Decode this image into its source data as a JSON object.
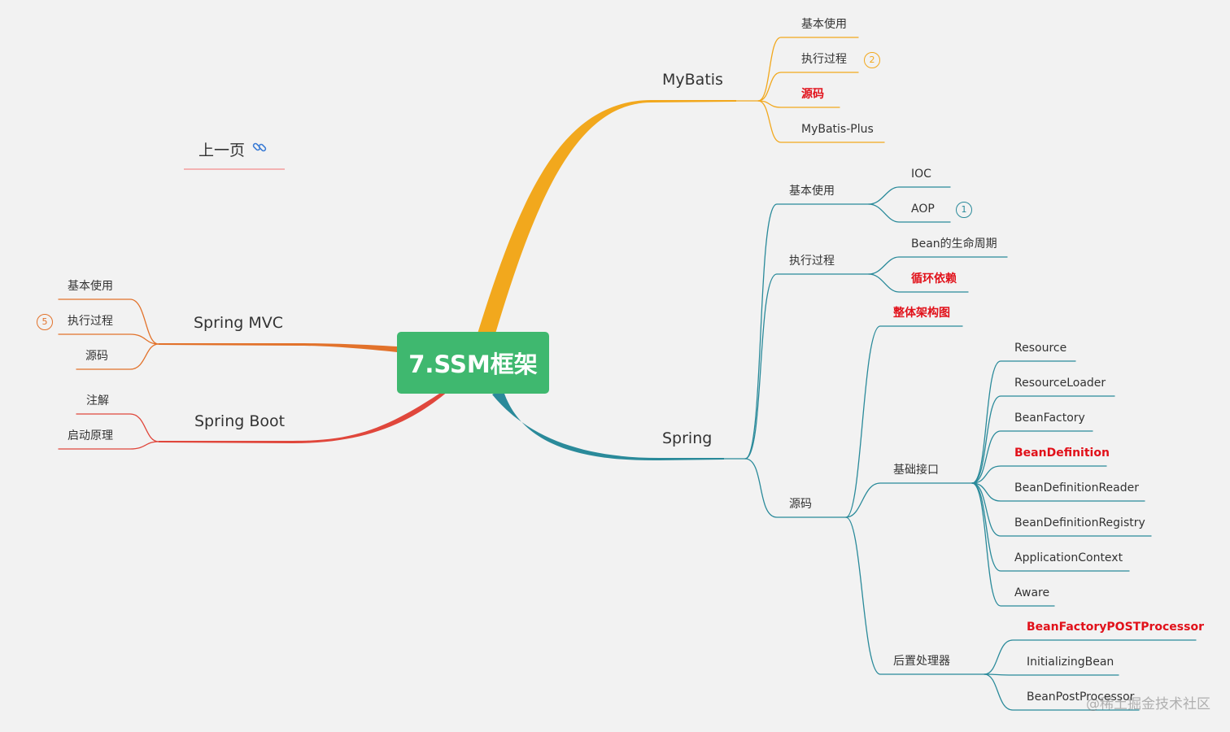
{
  "colors": {
    "mybatis": "#f2a81d",
    "spring": "#2a8a9a",
    "mvc": "#e2722b",
    "boot": "#e0473c",
    "root_bg": "#3fb86f"
  },
  "root": "7.SSM框架",
  "prev_link": {
    "label": "上一页",
    "icon": "link-icon"
  },
  "mybatis": {
    "label": "MyBatis",
    "children": [
      "基本使用",
      "执行过程",
      "源码",
      "MyBatis-Plus"
    ],
    "badge": "2"
  },
  "spring": {
    "label": "Spring",
    "basic": {
      "label": "基本使用",
      "children": [
        "IOC",
        "AOP"
      ],
      "badge": "1"
    },
    "exec": {
      "label": "执行过程",
      "children": [
        "Bean的生命周期",
        "循环依赖"
      ]
    },
    "source": {
      "label": "源码",
      "arch": "整体架构图",
      "interfaces": {
        "label": "基础接口",
        "children": [
          "Resource",
          "ResourceLoader",
          "BeanFactory",
          "BeanDefinition",
          "BeanDefinitionReader",
          "BeanDefinitionRegistry",
          "ApplicationContext",
          "Aware"
        ]
      },
      "post": {
        "label": "后置处理器",
        "children": [
          "BeanFactoryPOSTProcessor",
          "InitializingBean",
          "BeanPostProcessor"
        ]
      }
    }
  },
  "mvc": {
    "label": "Spring MVC",
    "children": [
      "基本使用",
      "执行过程",
      "源码"
    ],
    "badge": "5"
  },
  "boot": {
    "label": "Spring Boot",
    "children": [
      "注解",
      "启动原理"
    ]
  },
  "watermark": "@稀土掘金技术社区"
}
